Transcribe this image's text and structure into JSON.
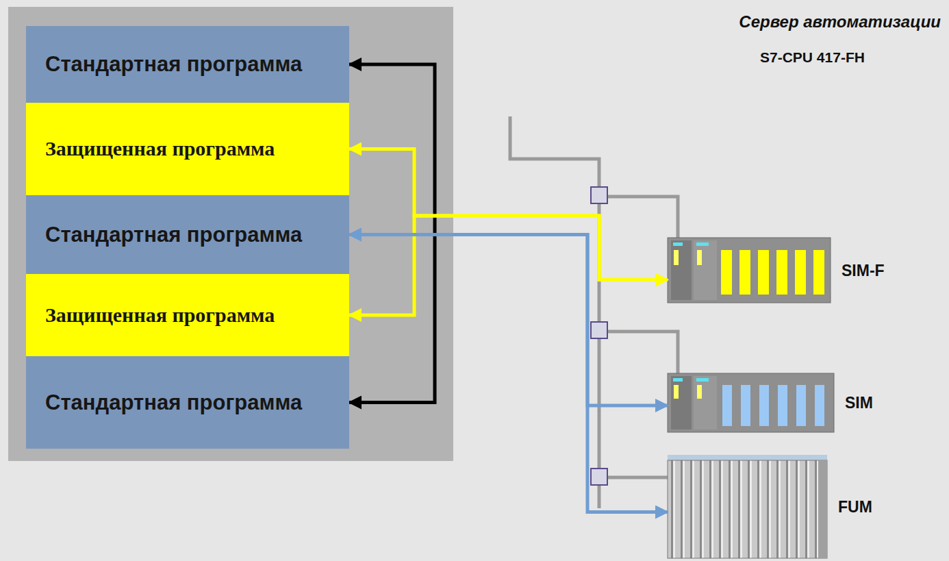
{
  "diagram": {
    "nodes": [
      {
        "text": [
          "Стандартная программа"
        ]
      },
      {
        "text": [
          "Защищенная программа"
        ]
      },
      {
        "text": [
          "Стандартная программа"
        ]
      },
      {
        "text": [
          "Защищенная программа"
        ]
      },
      {
        "text": [
          "Стандартная программа"
        ]
      },
      {
        "text": [
          "SIM-F"
        ]
      },
      {
        "text": [
          "SIM"
        ]
      },
      {
        "text": [
          "FUM"
        ]
      }
    ],
    "edges": [
      {
        "from": 0,
        "to": 4,
        "arrow": "both"
      },
      {
        "from": 5,
        "to": 1,
        "arrow": "both"
      },
      {
        "from": 5,
        "to": 3,
        "arrow": "both"
      },
      {
        "from": 6,
        "to": 2,
        "arrow": "both"
      },
      {
        "from": 7,
        "to": 2,
        "arrow": "both"
      }
    ],
    "labels": [
      "Сервер автоматизации",
      "S7-CPU 417-FH"
    ]
  }
}
